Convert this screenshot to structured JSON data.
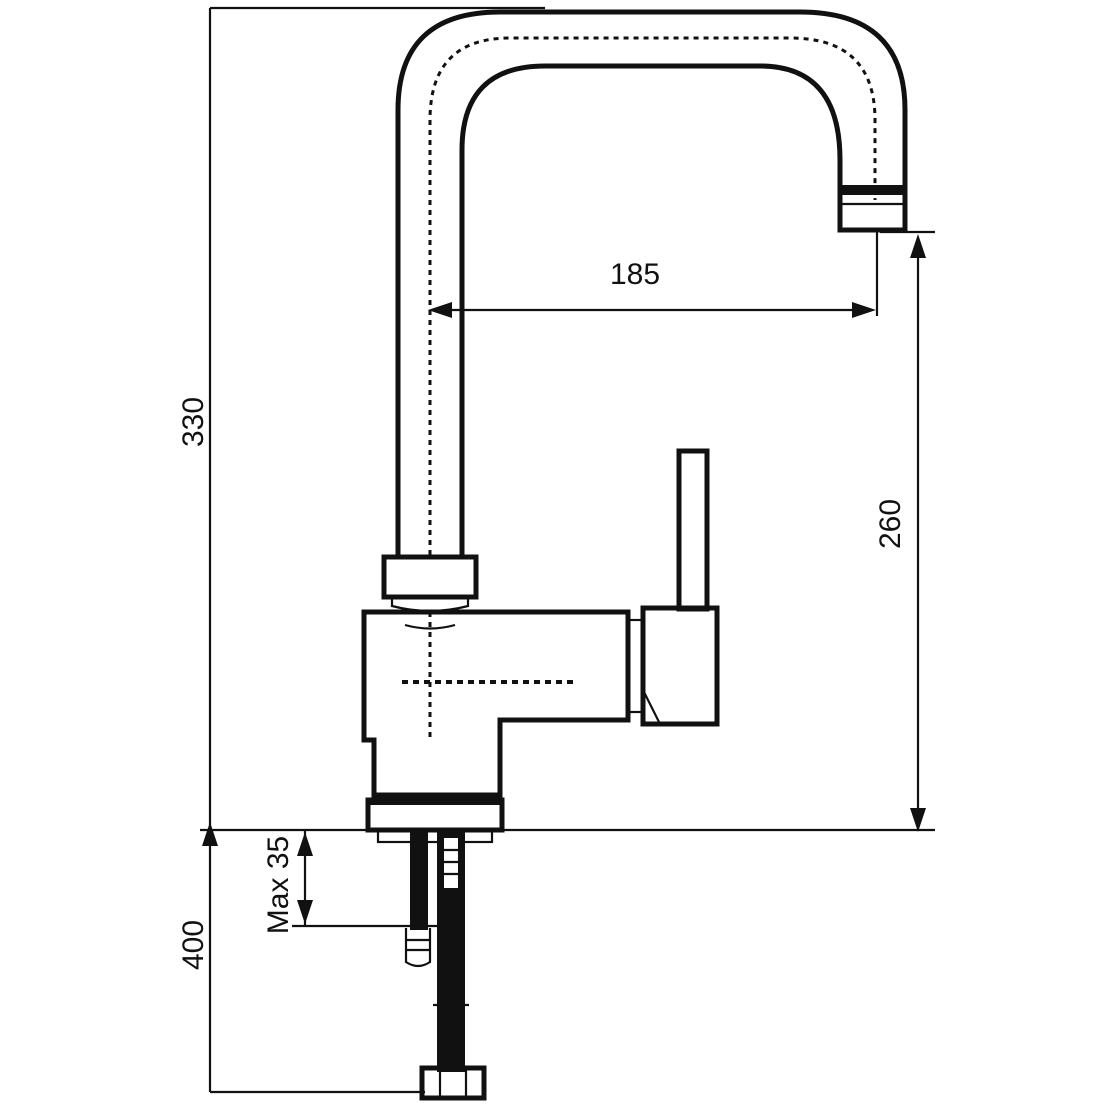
{
  "dimensions": {
    "total_height": "330",
    "spout_reach": "185",
    "spout_height": "260",
    "hose_length": "400",
    "max_counter_thickness": "Max 35"
  }
}
